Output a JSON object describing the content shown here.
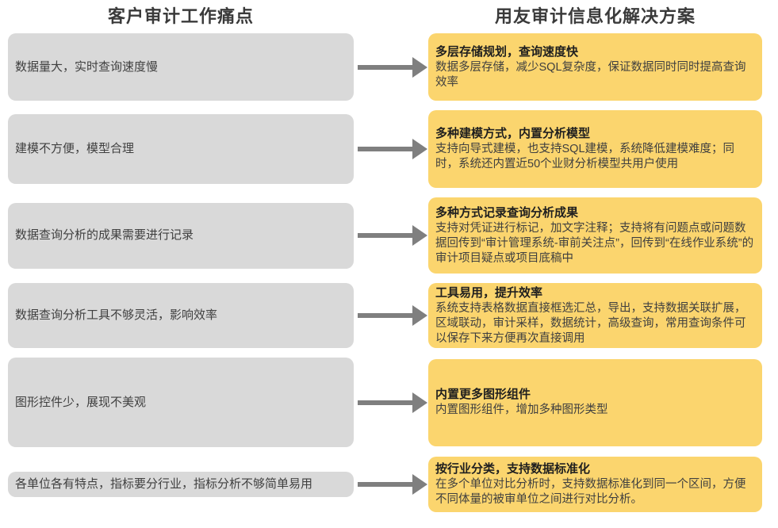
{
  "header": {
    "left_title": "客户审计工作痛点",
    "right_title": "用友审计信息化解决方案"
  },
  "rows": [
    {
      "pain": "数据量大，实时查询速度慢",
      "solution_title": "多层存储规划，查询速度快",
      "solution_body": "数据多层存储，减少SQL复杂度，保证数据同时同时提高查询效率"
    },
    {
      "pain": "建模不方便，模型合理",
      "solution_title": "多种建模方式，内置分析模型",
      "solution_body": "支持向导式建模，也支持SQL建模，系统降低建模难度；同时，系统还内置近50个业财分析模型共用户使用"
    },
    {
      "pain": "数据查询分析的成果需要进行记录",
      "solution_title": "多种方式记录查询分析成果",
      "solution_body": "支持对凭证进行标记，加文字注释；支持将有问题点或问题数据回传到“审计管理系统-审前关注点”，回传到“在线作业系统”的审计项目疑点或项目底稿中"
    },
    {
      "pain": "数据查询分析工具不够灵活，影响效率",
      "solution_title": "工具易用，提升效率",
      "solution_body": "系统支持表格数据直接框选汇总，导出，支持数据关联扩展，区域联动，审计采样，数据统计，高级查询，常用查询条件可以保存下来方便再次直接调用"
    },
    {
      "pain": "图形控件少，展现不美观",
      "solution_title": "内置更多图形组件",
      "solution_body": "内置图形组件，增加多种图形类型"
    },
    {
      "pain": "各单位各有特点，指标要分行业，指标分析不够简单易用",
      "solution_title": "按行业分类，支持数据标准化",
      "solution_body": "在多个单位对比分析时，支持数据标准化到同一个区间，方便不同体量的被审单位之间进行对比分析。"
    }
  ],
  "colors": {
    "pain_box_bg": "#D9D9D9",
    "solution_box_bg": "#FBD56E",
    "arrow_color": "#7F7F7F",
    "title_color": "#3A3A3A",
    "pain_text_color": "#404040",
    "solution_title_color": "#1F1F1F",
    "solution_body_color": "#3F3F3F"
  }
}
